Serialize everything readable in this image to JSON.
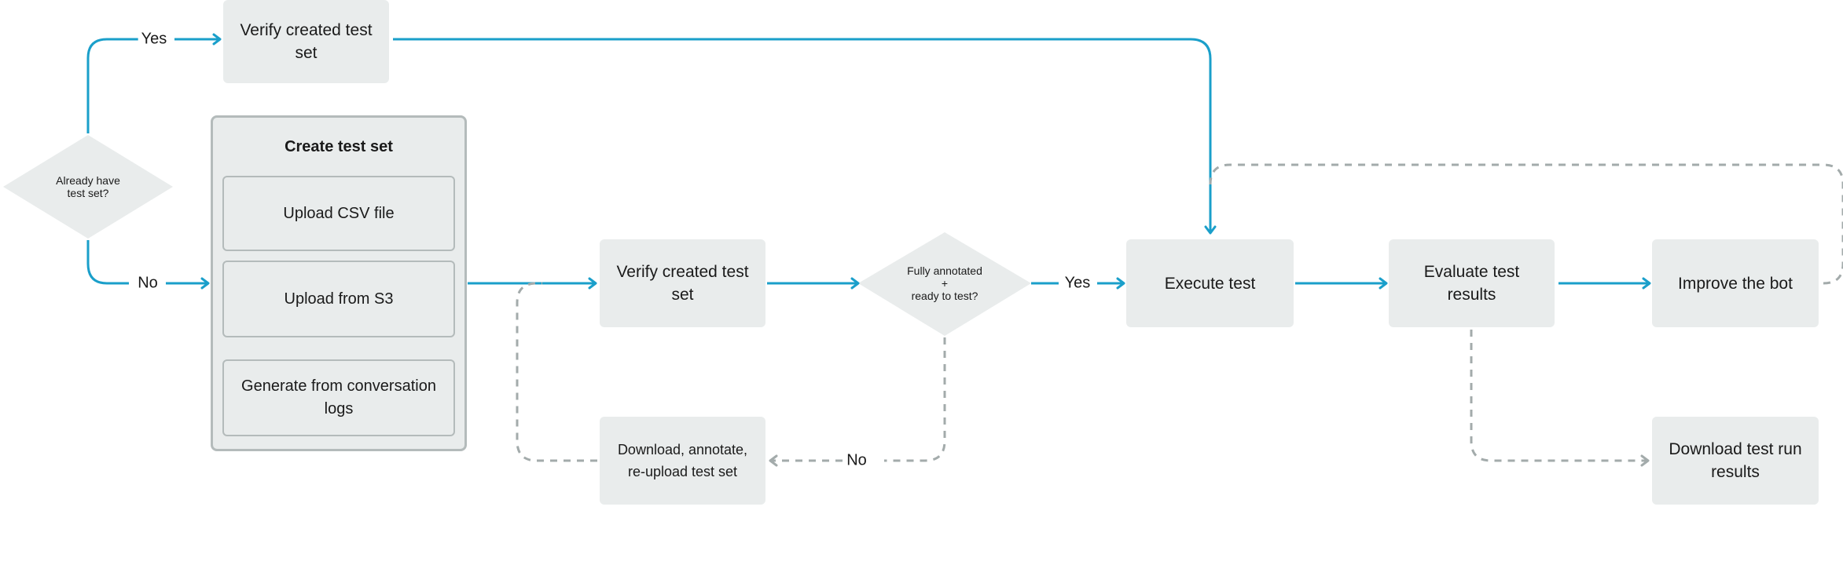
{
  "decision_have_set": "Already have\ntest set?",
  "verify_top": "Verify created test set",
  "create_group": {
    "title": "Create test set",
    "options": [
      "Upload CSV file",
      "Upload from S3",
      "Generate from conversation logs"
    ]
  },
  "verify_mid": "Verify created test set",
  "decision_annotated": "Fully annotated\n+\nready to test?",
  "download_annotate": "Download, annotate, re-upload test set",
  "execute": "Execute test",
  "evaluate": "Evaluate test results",
  "improve": "Improve the bot",
  "download_results": "Download test run results",
  "edge_labels": {
    "yes_top": "Yes",
    "no_left": "No",
    "no_bottom": "No",
    "yes_right": "Yes"
  },
  "colors": {
    "flow": "#1a9fca",
    "loop": "#a3abab",
    "node_fill": "#e9ecec",
    "group_border": "#b4bbbb"
  }
}
